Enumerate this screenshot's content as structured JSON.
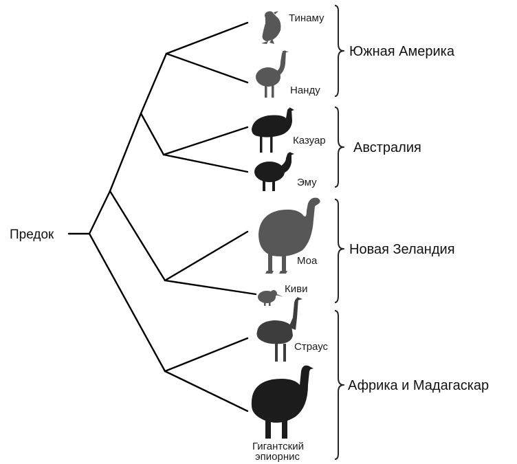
{
  "ancestor": "Предок",
  "birds": {
    "tinamou": "Тинаму",
    "rhea": "Нанду",
    "cassowary": "Казуар",
    "emu": "Эму",
    "moa": "Моа",
    "kiwi": "Киви",
    "ostrich": "Страус",
    "elephant_bird_line1": "Гигантский",
    "elephant_bird_line2": "эпиорнис"
  },
  "regions": {
    "south_america": "Южная Америка",
    "australia": "Австралия",
    "new_zealand": "Новая Зеландия",
    "africa_madagascar": "Африка и Мадагаскар"
  },
  "icons": [
    "tinamou-icon",
    "rhea-icon",
    "cassowary-icon",
    "emu-icon",
    "moa-icon",
    "kiwi-icon",
    "ostrich-icon",
    "elephant-bird-icon"
  ]
}
